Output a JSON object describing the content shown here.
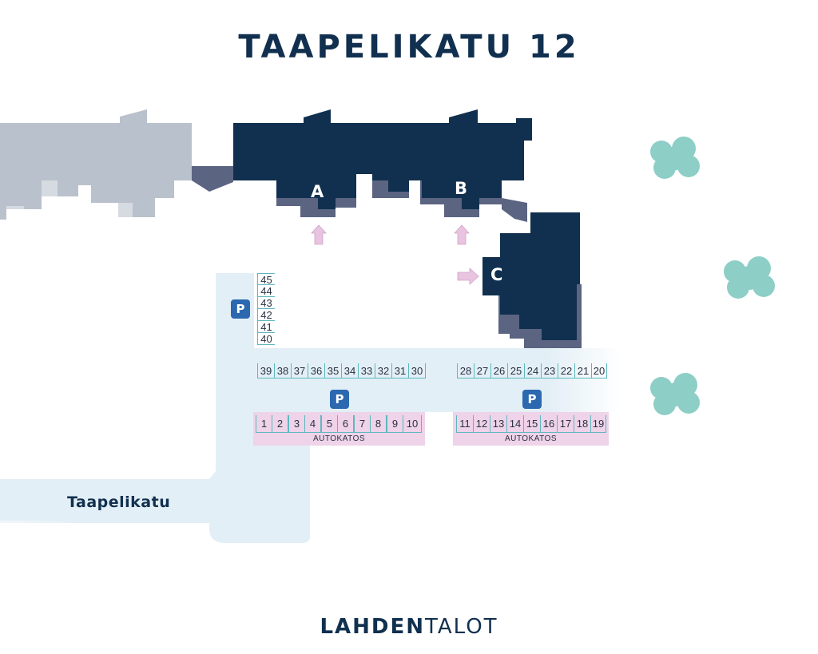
{
  "title": "TAAPELIKATU 12",
  "street": "Taapelikatu",
  "buildings": {
    "a": "A",
    "b": "B",
    "c": "C"
  },
  "parking_sign": "P",
  "vertical_spots": [
    "45",
    "44",
    "43",
    "42",
    "41",
    "40"
  ],
  "row_left_open": [
    "39",
    "38",
    "37",
    "36",
    "35",
    "34",
    "33",
    "32",
    "31",
    "30"
  ],
  "row_right_open": [
    "28",
    "27",
    "26",
    "25",
    "24",
    "23",
    "22",
    "21",
    "20"
  ],
  "carport_left": {
    "spots": [
      "1",
      "2",
      "3",
      "4",
      "5",
      "6",
      "7",
      "8",
      "9",
      "10"
    ],
    "label": "AUTOKATOS"
  },
  "carport_right": {
    "spots": [
      "11",
      "12",
      "13",
      "14",
      "15",
      "16",
      "17",
      "18",
      "19"
    ],
    "label": "AUTOKATOS"
  },
  "logo": {
    "bold": "LAHDEN",
    "light": "TALOT"
  },
  "colors": {
    "building": "#11304f",
    "building_shadow": "#5b6481",
    "neighbor": "#b9c1cc",
    "road": "#e3eff6",
    "tree": "#8dcec6",
    "carport": "#eed3e9",
    "arrow": "#e8c4e0",
    "parking_sign": "#2b68b0",
    "line": "#5cb8be"
  },
  "icons": [
    "entrance-arrow-icon",
    "tree-icon",
    "parking-sign-icon"
  ]
}
